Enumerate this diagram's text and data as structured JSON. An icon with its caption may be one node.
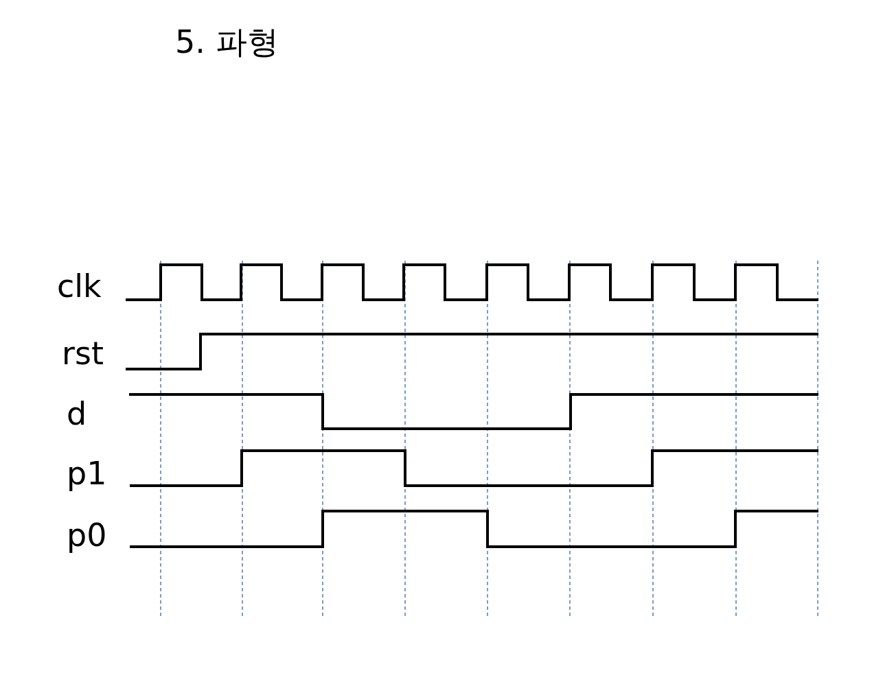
{
  "diagram": {
    "title": "5. 파형",
    "labels": [
      "clk",
      "rst",
      "d",
      "p1",
      "p0"
    ]
  }
}
